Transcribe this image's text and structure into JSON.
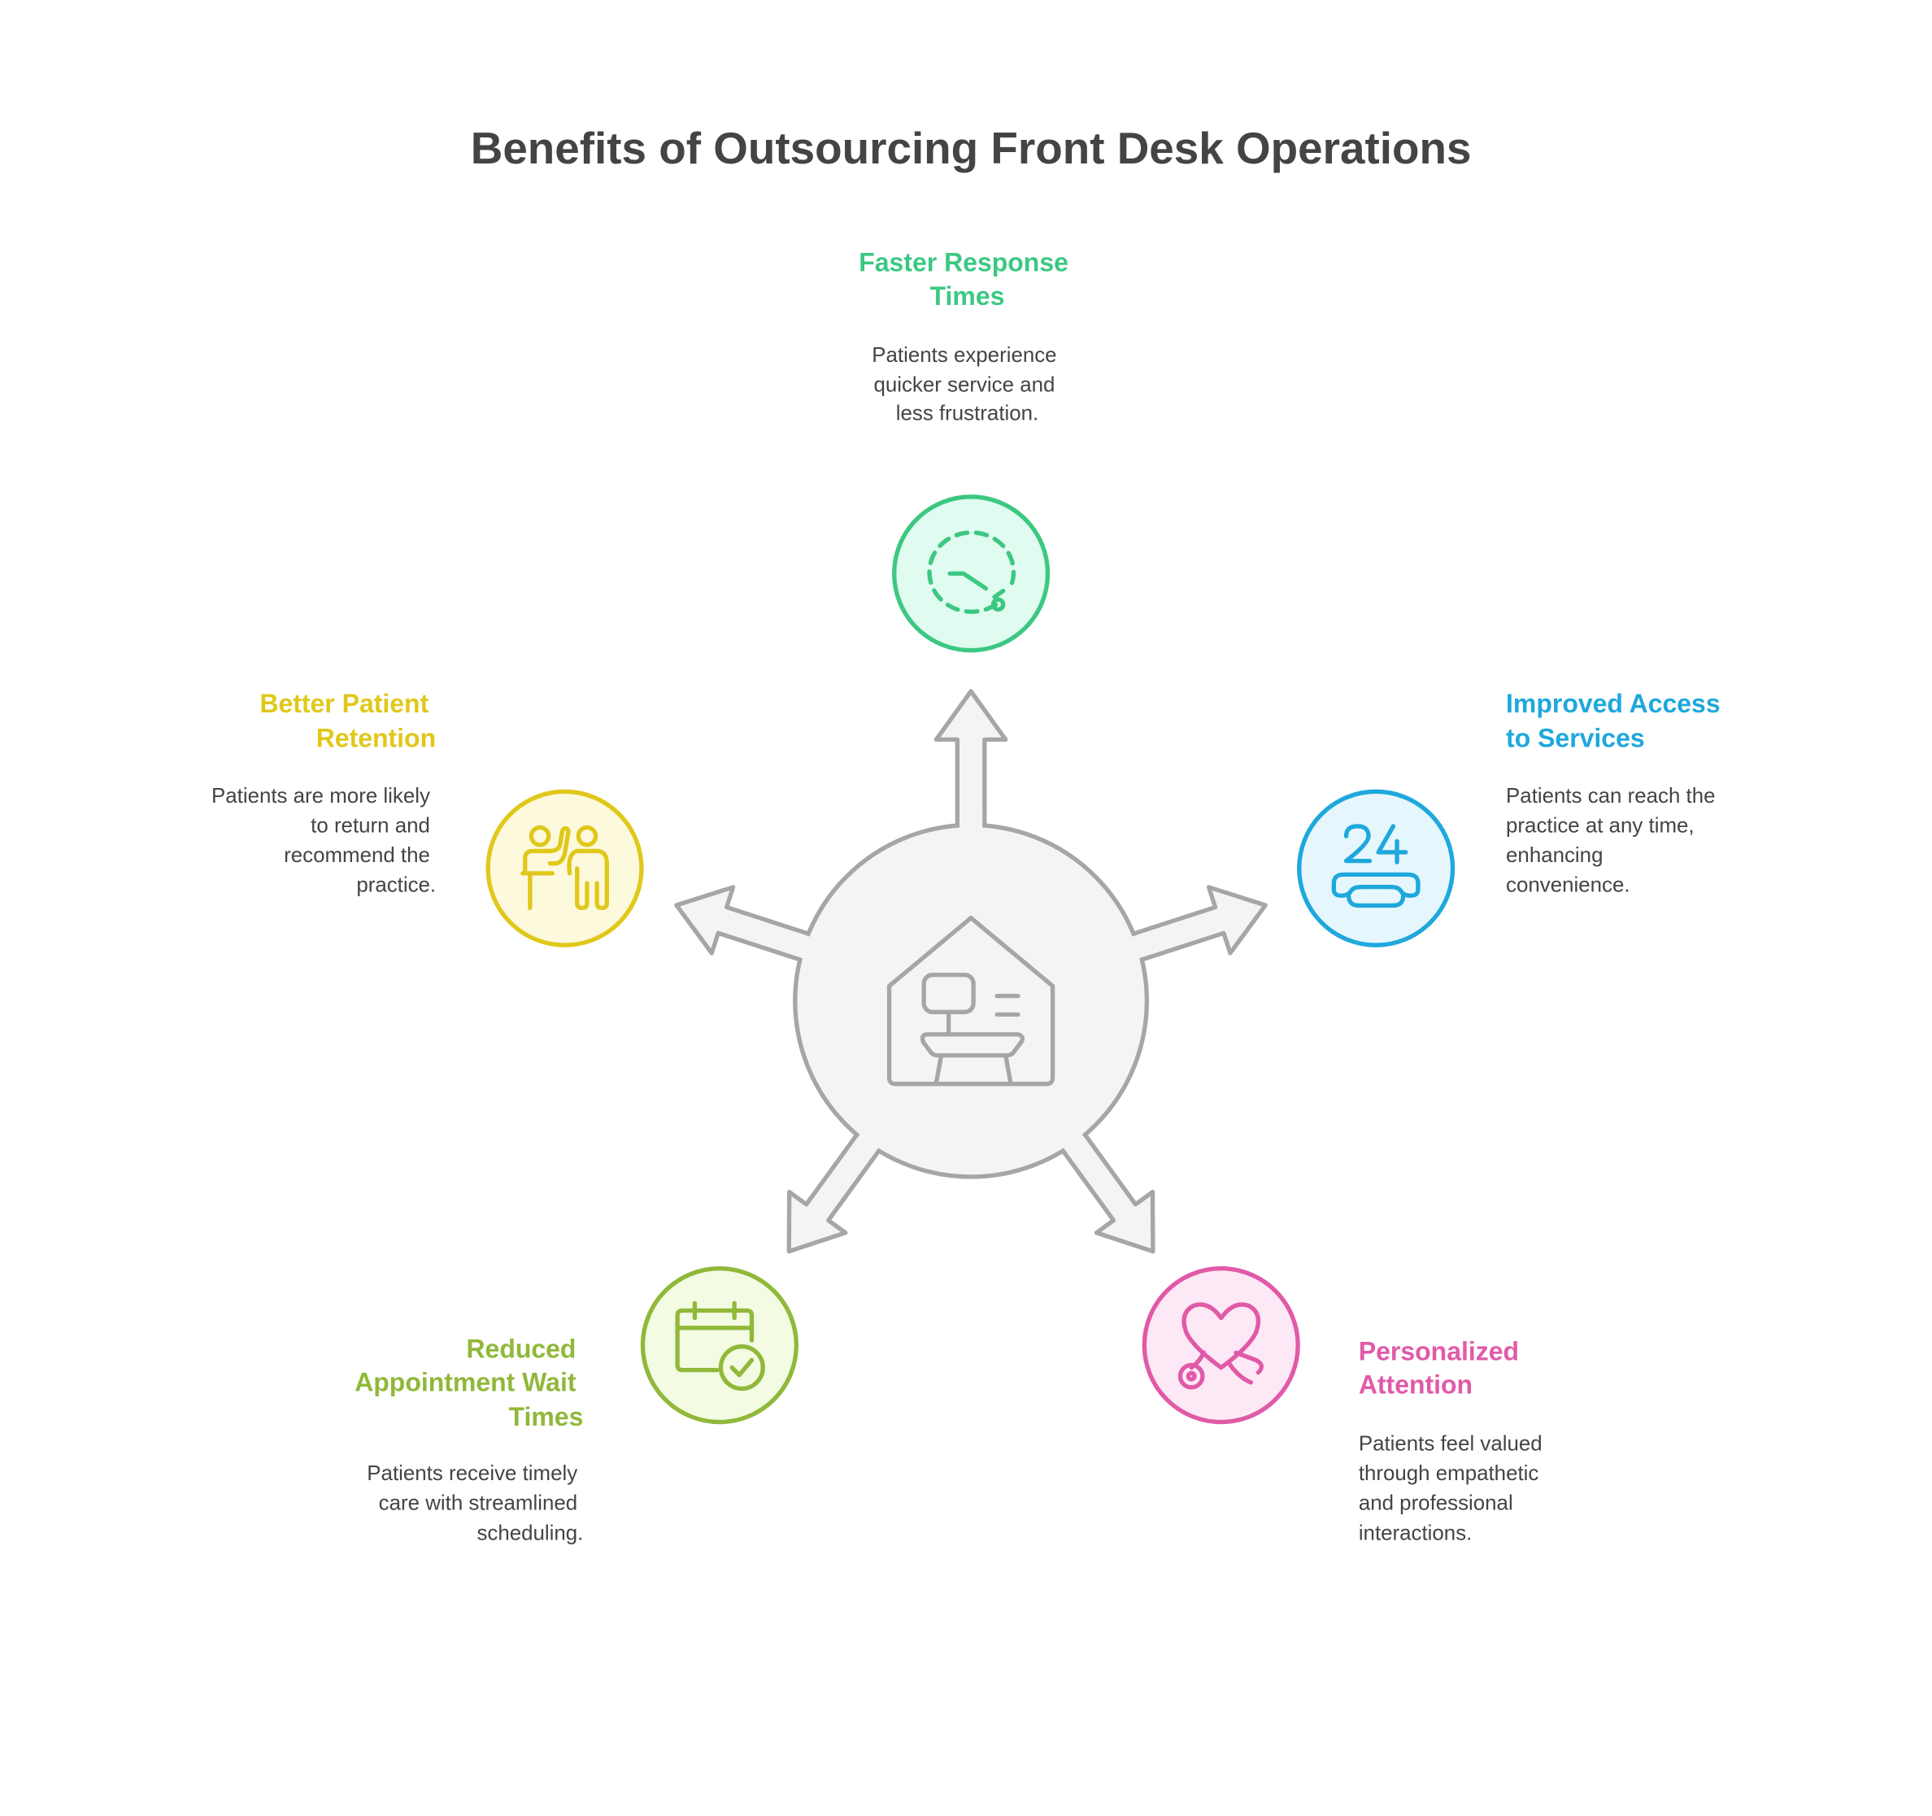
{
  "title": "Benefits of Outsourcing Front Desk Operations",
  "colors": {
    "green": "#3cc882",
    "blue": "#1ea8dc",
    "yellow": "#e0c81a",
    "lime": "#90b83a",
    "pink": "#e05aa8",
    "gray": "#a6a6a6"
  },
  "center": {
    "icon": "front-desk-house-icon"
  },
  "benefits": [
    {
      "icon": "clock-icon",
      "title": [
        "Faster Response",
        "Times"
      ],
      "desc": [
        "Patients experience",
        "quicker service and",
        "less frustration."
      ]
    },
    {
      "icon": "24-hour-phone-icon",
      "title": [
        "Improved Access",
        "to Services"
      ],
      "desc": [
        "Patients can reach the",
        "practice at any time,",
        "enhancing",
        "convenience."
      ]
    },
    {
      "icon": "personalized-stethoscope-heart-icon",
      "title": [
        "Personalized",
        "Attention"
      ],
      "desc": [
        "Patients feel valued",
        "through empathetic",
        "and professional",
        "interactions."
      ]
    },
    {
      "icon": "calendar-check-icon",
      "title": [
        "Reduced",
        "Appointment Wait",
        "Times"
      ],
      "desc": [
        "Patients receive timely",
        "care with streamlined",
        "scheduling."
      ]
    },
    {
      "icon": "people-retention-icon",
      "title": [
        "Better Patient",
        "Retention"
      ],
      "desc": [
        "Patients are more likely",
        "to return and",
        "recommend the",
        "practice."
      ]
    }
  ]
}
